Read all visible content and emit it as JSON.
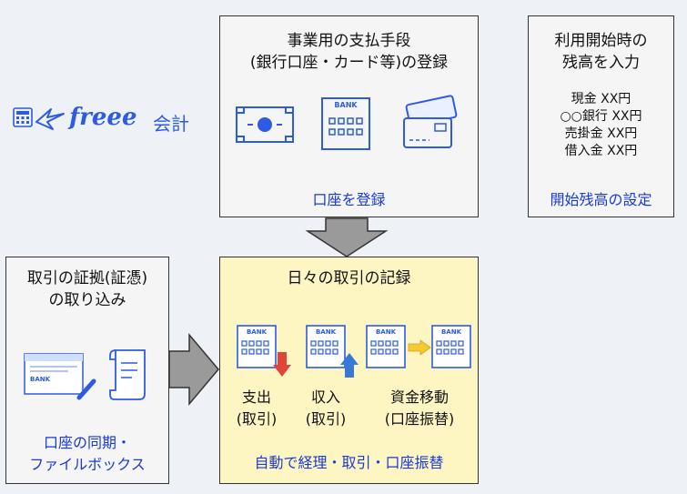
{
  "logo": {
    "brand": "freee",
    "product": "会計"
  },
  "register_box": {
    "title_line1": "事業用の支払手段",
    "title_line2": "(銀行口座・カード等)の登録",
    "action": "口座を登録",
    "bank_label": "BANK"
  },
  "opening_box": {
    "title_line1": "利用開始時の",
    "title_line2": "残高を入力",
    "balances": [
      "現金 XX円",
      "○○銀行 XX円",
      "売掛金 XX円",
      "借入金 XX円"
    ],
    "action": "開始残高の設定"
  },
  "import_box": {
    "title_line1": "取引の証拠(証憑)",
    "title_line2": "の取り込み",
    "action_line1": "口座の同期・",
    "action_line2": "ファイルボックス",
    "card_label": "BANK"
  },
  "daily_box": {
    "title": "日々の取引の記録",
    "bank_label": "BANK",
    "expense_line1": "支出",
    "expense_line2": "(取引)",
    "income_line1": "収入",
    "income_line2": "(取引)",
    "transfer_line1": "資金移動",
    "transfer_line2": "(口座振替)",
    "action": "自動で経理・取引・口座振替"
  },
  "colors": {
    "link": "#1a3ad6",
    "icon": "#2d5be3",
    "highlight_box": "#fdf6c3",
    "arrow_down_red": "#e0453a",
    "arrow_up_blue": "#3a78d8",
    "arrow_right_yellow": "#f5c92f"
  }
}
